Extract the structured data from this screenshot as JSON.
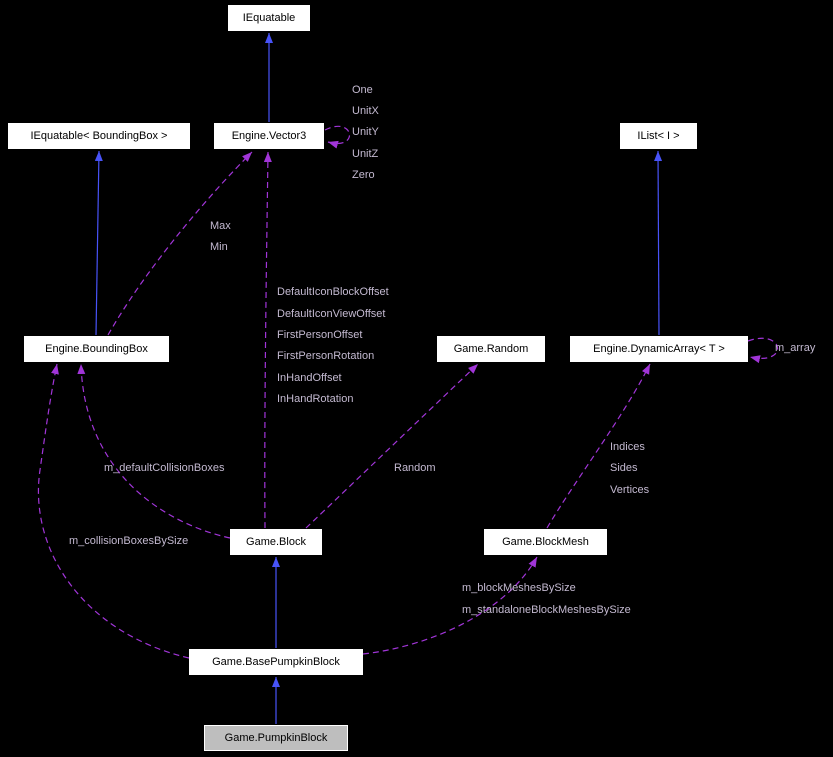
{
  "colors": {
    "background": "#000000",
    "node-bg": "#ffffff",
    "node-text": "#000000",
    "node-border": "#ffffff",
    "highlight-bg": "#bebebe",
    "edge-inherit": "#4853f8",
    "edge-usage": "#a135d8",
    "edge-label": "#c3b9d0"
  },
  "nodes": {
    "iequatable": "IEquatable",
    "iequatable_boundingbox": "IEquatable< BoundingBox >",
    "vector3": "Engine.Vector3",
    "ilist": "IList< I >",
    "boundingbox": "Engine.BoundingBox",
    "random": "Game.Random",
    "dynamicarray": "Engine.DynamicArray< T >",
    "block": "Game.Block",
    "blockmesh": "Game.BlockMesh",
    "basepumpkinblock": "Game.BasePumpkinBlock",
    "pumpkinblock": "Game.PumpkinBlock"
  },
  "edge_labels": {
    "one": "One",
    "unitx": "UnitX",
    "unity": "UnitY",
    "unitz": "UnitZ",
    "zero": "Zero",
    "max": "Max",
    "min": "Min",
    "default_icon_block_offset": "DefaultIconBlockOffset",
    "default_icon_view_offset": "DefaultIconViewOffset",
    "first_person_offset": "FirstPersonOffset",
    "first_person_rotation": "FirstPersonRotation",
    "in_hand_offset": "InHandOffset",
    "in_hand_rotation": "InHandRotation",
    "random": "Random",
    "m_default_collision_boxes": "m_defaultCollisionBoxes",
    "m_collision_boxes_by_size": "m_collisionBoxesBySize",
    "indices": "Indices",
    "sides": "Sides",
    "vertices": "Vertices",
    "m_array": "m_array",
    "m_block_meshes_by_size": "m_blockMeshesBySize",
    "m_standalone_block_meshes_by_size": "m_standaloneBlockMeshesBySize"
  }
}
